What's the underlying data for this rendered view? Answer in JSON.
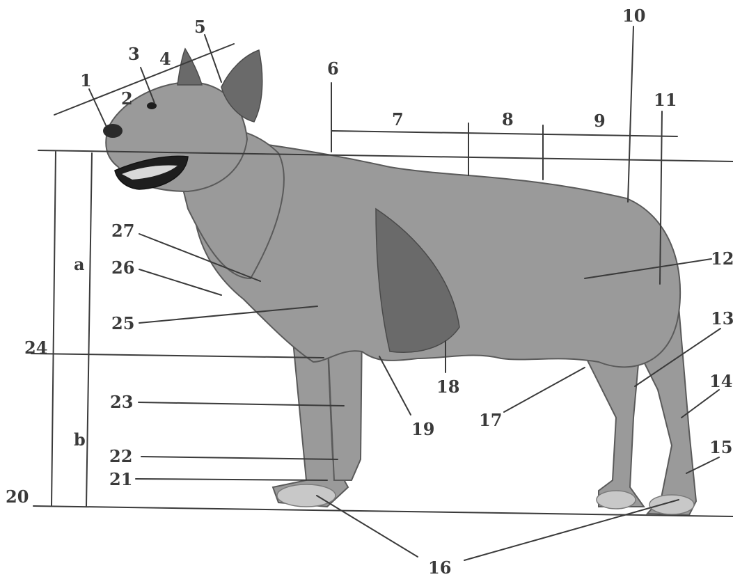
{
  "figure": {
    "subject": "dog",
    "labels": [
      "1",
      "2",
      "3",
      "4",
      "5",
      "6",
      "7",
      "8",
      "9",
      "10",
      "11",
      "12",
      "13",
      "14",
      "15",
      "16",
      "17",
      "18",
      "19",
      "20",
      "21",
      "22",
      "23",
      "24",
      "25",
      "26",
      "27",
      "a",
      "b"
    ]
  }
}
